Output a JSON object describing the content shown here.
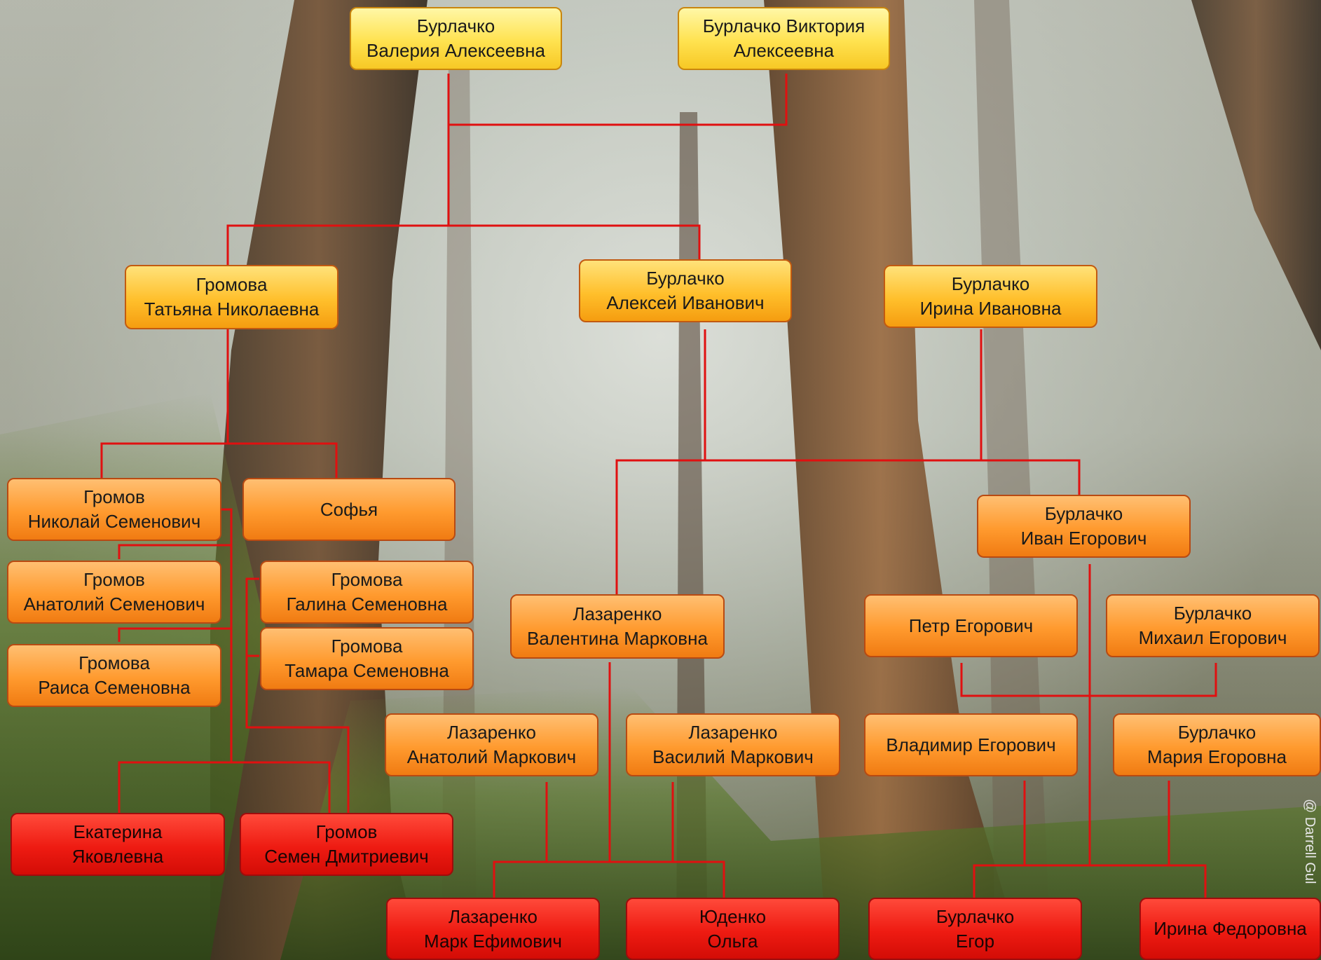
{
  "credit": "@ Darrell Gul",
  "colors": {
    "line": "#e01010",
    "generation_1": "#ffe24f",
    "generation_2": "#ffbf2b",
    "generation_3": "#ff9a2e",
    "generation_4": "#ee1b12"
  },
  "nodes": [
    {
      "id": "valeria",
      "text": "Бурлачко\nВалерия Алексеевна",
      "generation": 1
    },
    {
      "id": "viktoria",
      "text": "Бурлачко Виктория\nАлексеевна",
      "generation": 1
    },
    {
      "id": "tatiana",
      "text": "Громова\nТатьяна Николаевна",
      "generation": 2
    },
    {
      "id": "aleksey",
      "text": "Бурлачко\nАлексей Иванович",
      "generation": 2
    },
    {
      "id": "irina_iv",
      "text": "Бурлачко\nИрина Ивановна",
      "generation": 2
    },
    {
      "id": "nikolay",
      "text": "Громов\nНиколай Семенович",
      "generation": 3
    },
    {
      "id": "sofia",
      "text": "Софья",
      "generation": 3
    },
    {
      "id": "anatoliy_s",
      "text": "Громов\nАнатолий Семенович",
      "generation": 3
    },
    {
      "id": "galina",
      "text": "Громова\nГалина Семеновна",
      "generation": 3
    },
    {
      "id": "tamara",
      "text": "Громова\nТамара Семеновна",
      "generation": 3
    },
    {
      "id": "raisa",
      "text": "Громова\nРаиса Семеновна",
      "generation": 3
    },
    {
      "id": "ivan",
      "text": "Бурлачко\nИван Егорович",
      "generation": 3
    },
    {
      "id": "valentina",
      "text": "Лазаренко\nВалентина Марковна",
      "generation": 3
    },
    {
      "id": "petr",
      "text": "Петр Егорович",
      "generation": 3
    },
    {
      "id": "mikhail",
      "text": "Бурлачко\nМихаил Егорович",
      "generation": 3
    },
    {
      "id": "anatoliy_m",
      "text": "Лазаренко\nАнатолий Маркович",
      "generation": 3
    },
    {
      "id": "vasiliy",
      "text": "Лазаренко\nВасилий Маркович",
      "generation": 3
    },
    {
      "id": "vladimir",
      "text": "Владимир Егорович",
      "generation": 3
    },
    {
      "id": "maria",
      "text": "Бурлачко\nМария Егоровна",
      "generation": 3
    },
    {
      "id": "ekaterina",
      "text": "Екатерина\nЯковлевна",
      "generation": 4
    },
    {
      "id": "semen",
      "text": "Громов\nСемен Дмитриевич",
      "generation": 4
    },
    {
      "id": "mark",
      "text": "Лазаренко\nМарк Ефимович",
      "generation": 4
    },
    {
      "id": "olga",
      "text": "Юденко\nОльга",
      "generation": 4
    },
    {
      "id": "egor",
      "text": "Бурлачко\nЕгор",
      "generation": 4
    },
    {
      "id": "irina_f",
      "text": "Ирина Федоровна",
      "generation": 4
    }
  ]
}
